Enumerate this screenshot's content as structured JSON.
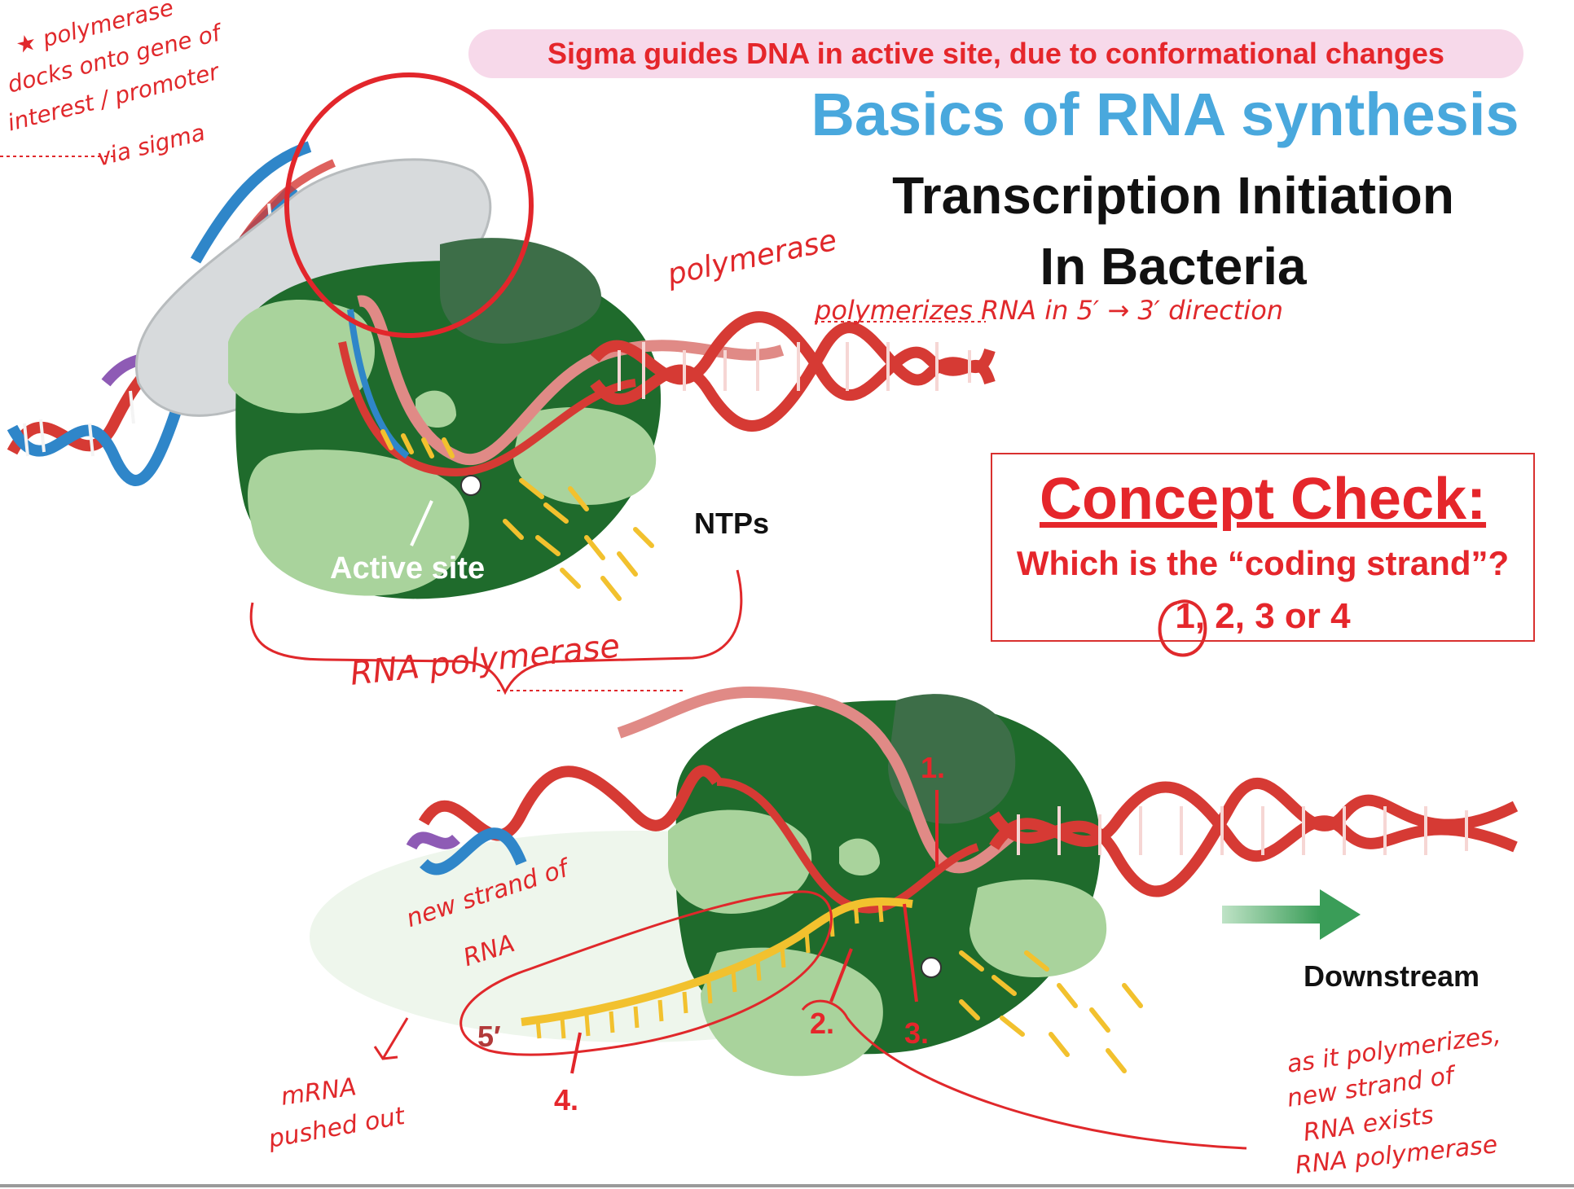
{
  "banner": "Sigma guides DNA in active site, due to conformational changes",
  "title": "Basics of RNA synthesis",
  "subtitle_line1": "Transcription Initiation",
  "subtitle_line2": "In Bacteria",
  "concept_check": {
    "heading": "Concept Check:",
    "question": "Which is the “coding strand”?",
    "options": "1, 2, 3 or 4"
  },
  "labels": {
    "active_site": "Active site",
    "ntps": "NTPs",
    "downstream": "Downstream",
    "five_prime": "5′",
    "strand1": "1.",
    "strand2": "2.",
    "strand3": "3.",
    "strand4": "4."
  },
  "handwritten": {
    "polymerase_docks_l1": "★ polymerase",
    "polymerase_docks_l2": "docks onto gene of",
    "polymerase_docks_l3": "interest / promoter",
    "polymerase_docks_l4": "via sigma",
    "polymerase": "polymerase",
    "polymerizes_line": "polymerizes RNA in 5′ → 3′ direction",
    "rna_polymerase": "RNA polymerase",
    "new_strand_l1": "new strand of",
    "new_strand_l2": "RNA",
    "mrna_l1": "mRNA",
    "mrna_l2": "pushed out",
    "as_it_l1": "as it polymerizes,",
    "as_it_l2": "new strand of",
    "as_it_l3": "RNA exists",
    "as_it_l4": "RNA polymerase"
  },
  "colors": {
    "banner_bg": "#f7d9ea",
    "red_text": "#e5262b",
    "title_blue": "#49a8dd",
    "enzyme_dark": "#1f6b2c",
    "enzyme_light": "#a9d39c",
    "dna_red": "#d63a34",
    "dna_blue": "#2f86c9",
    "sigma_purple": "#8e5bb5",
    "rna_yellow": "#f2c12e"
  }
}
